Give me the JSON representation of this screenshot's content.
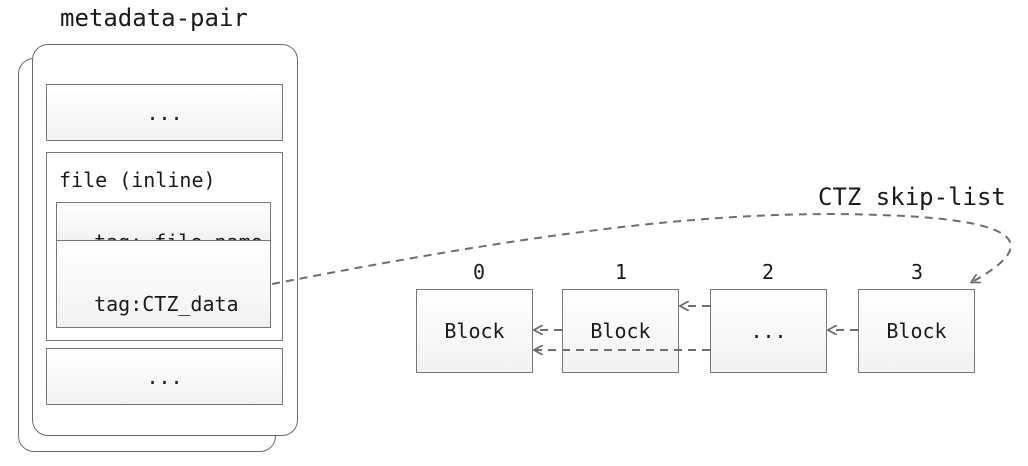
{
  "metadata_pair": {
    "title": "metadata-pair",
    "top_entry": "...",
    "file_entry": {
      "label": "file (inline)",
      "tags": [
        "tag: file_name",
        "tag:CTZ_data"
      ]
    },
    "bottom_entry": "..."
  },
  "skip_list": {
    "label": "CTZ skip-list",
    "blocks": [
      {
        "index": "0",
        "label": "Block"
      },
      {
        "index": "1",
        "label": "Block"
      },
      {
        "index": "2",
        "label": "..."
      },
      {
        "index": "3",
        "label": "Block"
      }
    ]
  },
  "colors": {
    "stroke": "#6a6a6a",
    "arrow": "#6e6e6e",
    "box_fill_top": "#ffffff",
    "box_fill_bottom": "#f2f2f2",
    "text": "#1a1a1a"
  }
}
